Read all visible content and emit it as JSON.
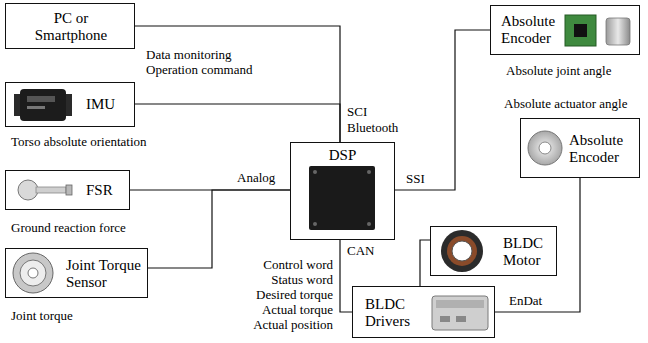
{
  "diagram": {
    "nodes": [
      {
        "text": [
          "PC or Smartphone"
        ]
      },
      {
        "text": [
          "IMU",
          "Torso absolute orientation"
        ]
      },
      {
        "text": [
          "FSR",
          "Ground reaction force"
        ]
      },
      {
        "text": [
          "Joint Torque Sensor",
          "Joint torque"
        ]
      },
      {
        "text": [
          "DSP"
        ]
      },
      {
        "text": [
          "Absolute Encoder",
          "Absolute joint angle"
        ]
      },
      {
        "text": [
          "Absolute actuator angle",
          "Absolute Encoder"
        ]
      },
      {
        "text": [
          "BLDC Motor"
        ]
      },
      {
        "text": [
          "BLDC Drivers"
        ]
      }
    ],
    "edges": [
      {
        "from": 0,
        "to": 4,
        "arrow": "none"
      },
      {
        "from": 1,
        "to": 4,
        "arrow": "none"
      },
      {
        "from": 2,
        "to": 4,
        "arrow": "none"
      },
      {
        "from": 3,
        "to": 4,
        "arrow": "none"
      },
      {
        "from": 4,
        "to": 5,
        "label": "SSI",
        "arrow": "none"
      },
      {
        "from": 4,
        "to": 8,
        "label": "CAN",
        "arrow": "none"
      },
      {
        "from": 8,
        "to": 7,
        "arrow": "none"
      },
      {
        "from": 8,
        "to": 6,
        "label": "EnDat",
        "arrow": "none"
      }
    ],
    "labels": [
      "Data monitoring",
      "Operation command",
      "SCI",
      "Bluetooth",
      "Analog",
      "Control word",
      "Status word",
      "Desired torque",
      "Actual torque",
      "Actual position"
    ]
  }
}
